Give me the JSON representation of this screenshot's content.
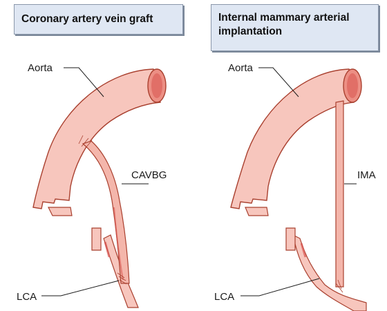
{
  "left_panel": {
    "title": "Coronary artery vein graft",
    "labels": {
      "aorta": "Aorta",
      "graft": "CAVBG",
      "artery": "LCA"
    }
  },
  "right_panel": {
    "title": "Internal mammary arterial implantation",
    "labels": {
      "aorta": "Aorta",
      "graft": "IMA",
      "artery": "LCA"
    }
  },
  "colors": {
    "vessel_fill": "#f7c6bd",
    "vessel_outline": "#a9402f",
    "lumen": "#ec8f84",
    "title_bg": "#dfe7f3"
  }
}
